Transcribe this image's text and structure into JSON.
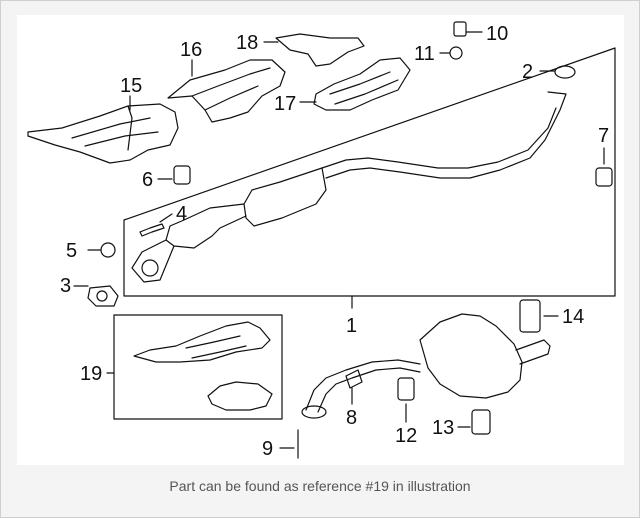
{
  "diagram": {
    "callouts": {
      "c1": "1",
      "c2": "2",
      "c3": "3",
      "c4": "4",
      "c5": "5",
      "c6": "6",
      "c7": "7",
      "c8": "8",
      "c9": "9",
      "c10": "10",
      "c11": "11",
      "c12": "12",
      "c13": "13",
      "c14": "14",
      "c15": "15",
      "c16": "16",
      "c17": "17",
      "c18": "18",
      "c19": "19"
    }
  },
  "caption": "Part can be found as reference #19 in illustration"
}
